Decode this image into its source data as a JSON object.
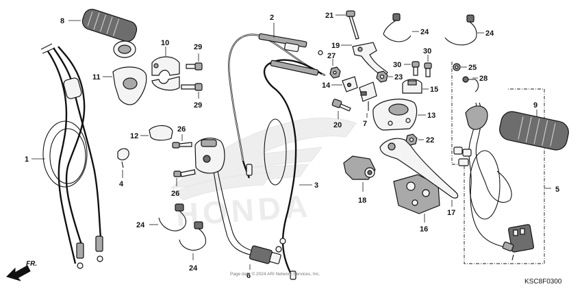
{
  "diagram": {
    "diagram_code": "KSC8F0300",
    "front_marker": "FR.",
    "watermark_brand": "HONDA",
    "footer_note": "Page data © 2024 ARI Network Services, Inc."
  },
  "callouts": {
    "c1": "1",
    "c2": "2",
    "c3": "3",
    "c4": "4",
    "c5": "5",
    "c6": "6",
    "c7": "7",
    "c8": "8",
    "c9": "9",
    "c10": "10",
    "c11": "11",
    "c12": "12",
    "c13": "13",
    "c14": "14",
    "c15": "15",
    "c16": "16",
    "c17": "17",
    "c18": "18",
    "c19": "19",
    "c20": "20",
    "c21": "21",
    "c22": "22",
    "c23": "23",
    "c24a": "24",
    "c24b": "24",
    "c24c": "24",
    "c24d": "24",
    "c25": "25",
    "c26a": "26",
    "c26b": "26",
    "c27": "27",
    "c28": "28",
    "c29a": "29",
    "c29b": "29",
    "c30a": "30",
    "c30b": "30"
  },
  "colors": {
    "ink": "#111111",
    "watermark": "#ececec",
    "background": "#ffffff"
  }
}
